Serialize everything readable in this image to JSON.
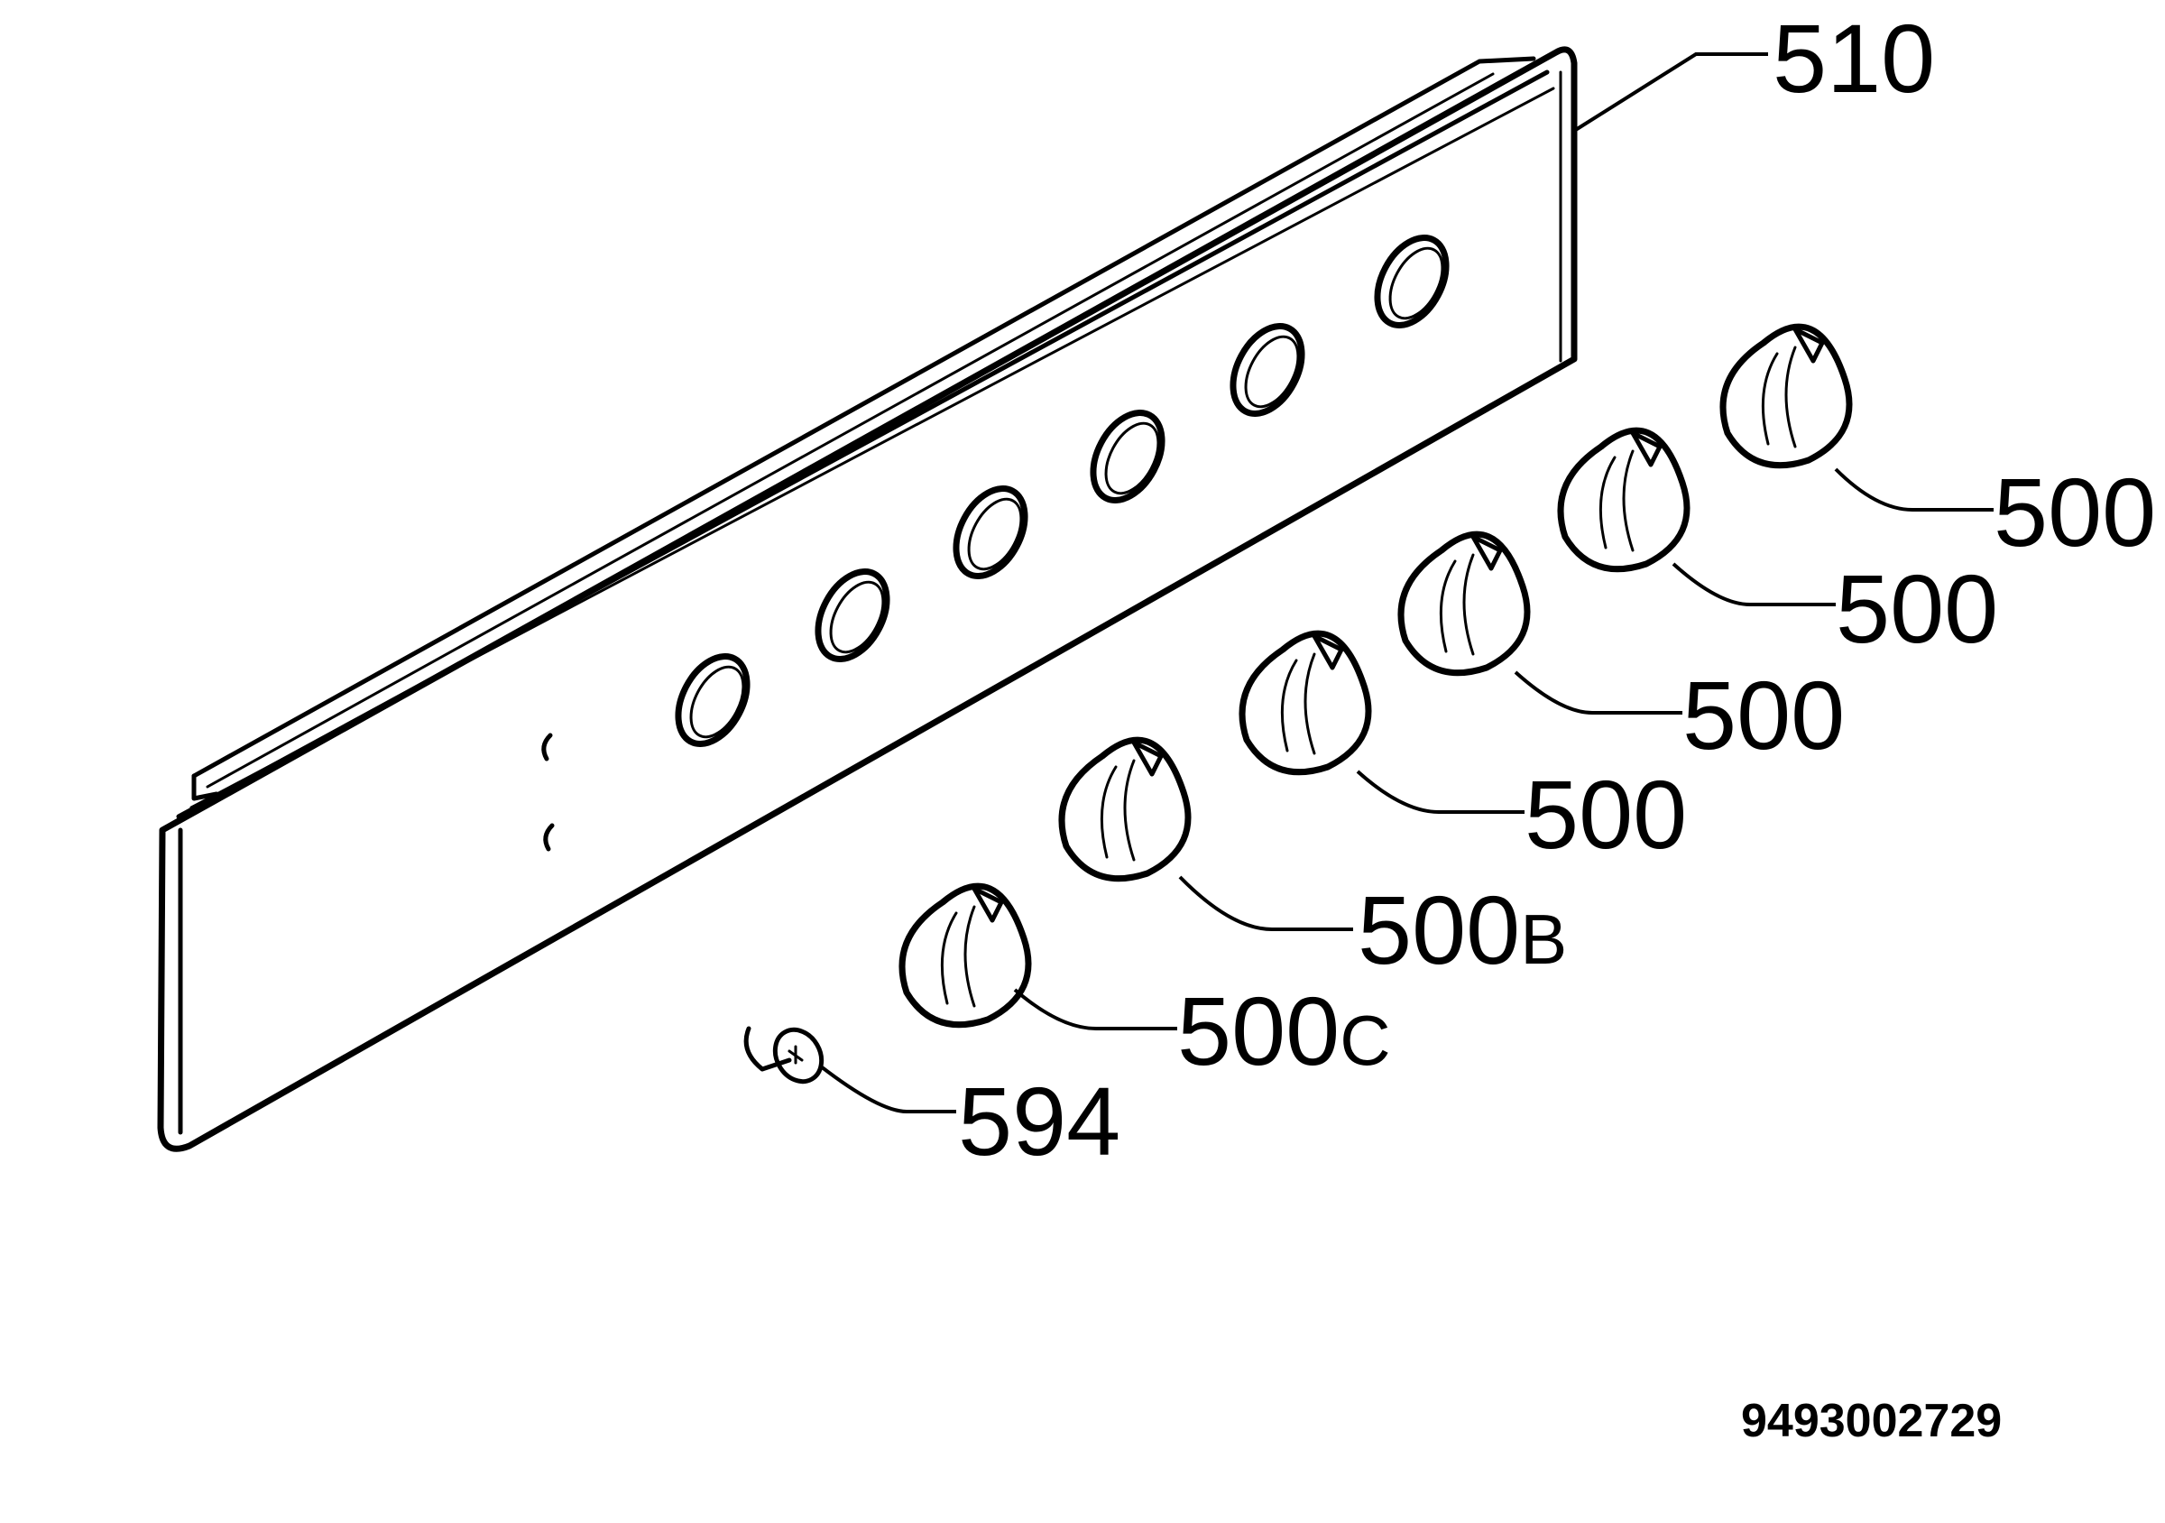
{
  "callouts": [
    {
      "id": "510",
      "text": "510"
    },
    {
      "id": "500-1",
      "text": "500"
    },
    {
      "id": "500-2",
      "text": "500"
    },
    {
      "id": "500-3",
      "text": "500"
    },
    {
      "id": "500-4",
      "text": "500"
    },
    {
      "id": "500b",
      "text": "500",
      "suffix": "B"
    },
    {
      "id": "500c",
      "text": "500",
      "suffix": "C"
    },
    {
      "id": "594",
      "text": "594"
    }
  ],
  "document_number": "9493002729"
}
